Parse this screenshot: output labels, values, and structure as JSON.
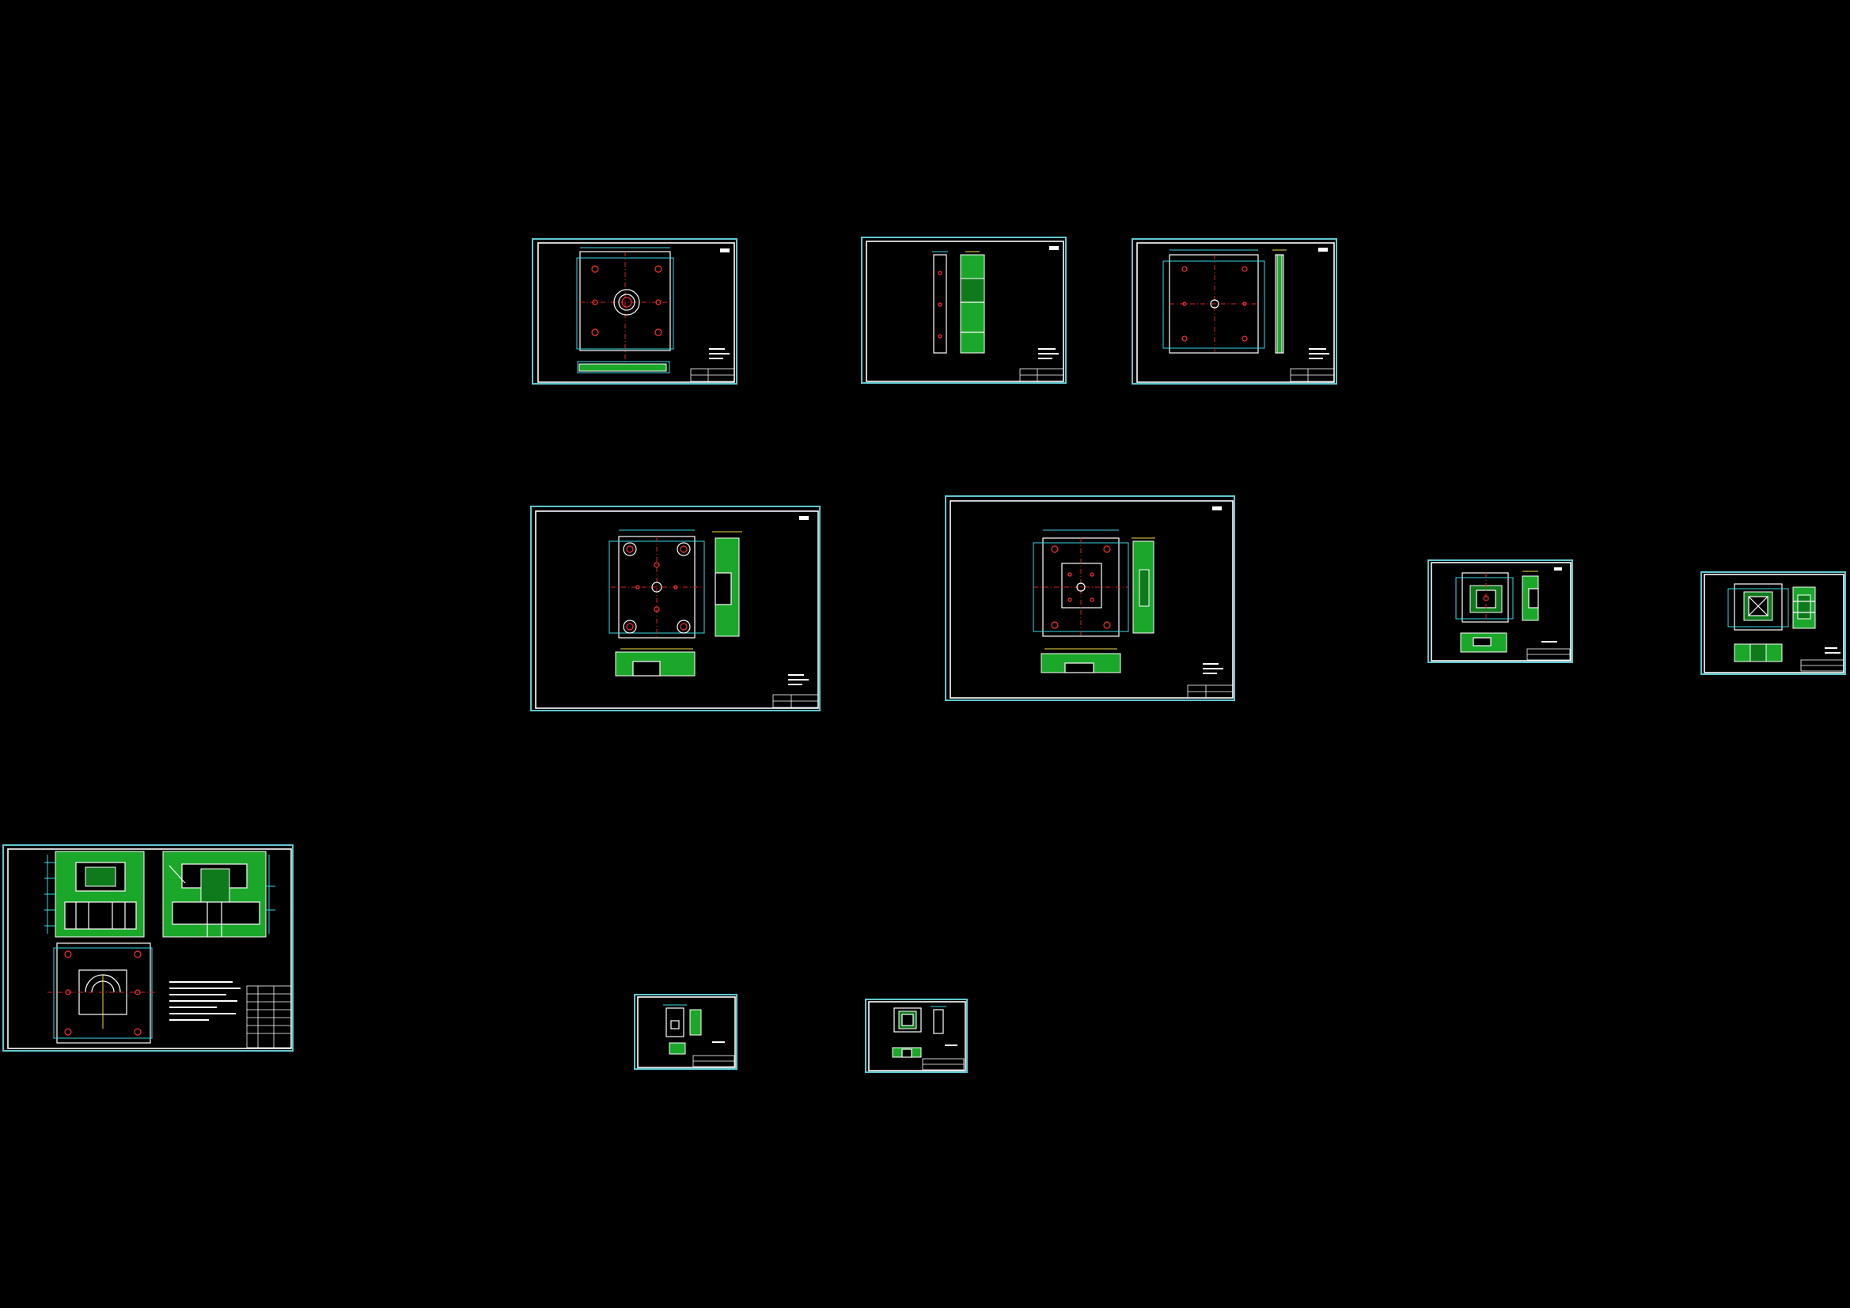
{
  "viewport": {
    "background": "#000000"
  },
  "colors": {
    "sheet_border": "#5fc8d0",
    "outline": "#ffffff",
    "dimension": "#39d8e8",
    "centerline": "#e02020",
    "section_hatch": "#1ba82a",
    "highlight": "#f0e040"
  },
  "sheets": [
    {
      "id": "sheet-1",
      "view": "plate-with-sprue-bore"
    },
    {
      "id": "sheet-2",
      "view": "slender-part-section"
    },
    {
      "id": "sheet-3",
      "view": "plate-with-center-hole"
    },
    {
      "id": "sheet-4",
      "view": "cavity-plate"
    },
    {
      "id": "sheet-5",
      "view": "core-plate"
    },
    {
      "id": "sheet-6",
      "view": "insert-detail"
    },
    {
      "id": "sheet-7",
      "view": "insert-detail"
    },
    {
      "id": "sheet-8",
      "view": "mold-assembly"
    },
    {
      "id": "sheet-9",
      "view": "small-part-detail"
    },
    {
      "id": "sheet-10",
      "view": "small-part-detail"
    }
  ]
}
